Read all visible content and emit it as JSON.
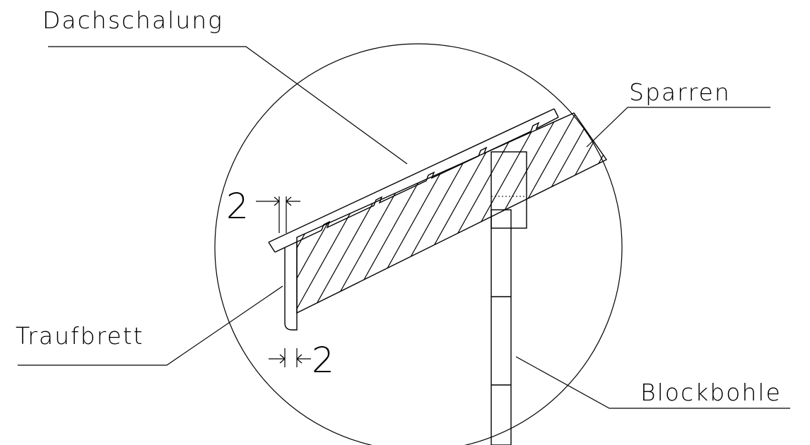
{
  "labels": {
    "roof_boarding": "Dachschalung",
    "rafter": "Sparren",
    "eaves_board": "Traufbrett",
    "log_plank": "Blockbohle"
  },
  "dimensions": {
    "top_gap": "2",
    "bottom_gap": "2"
  }
}
